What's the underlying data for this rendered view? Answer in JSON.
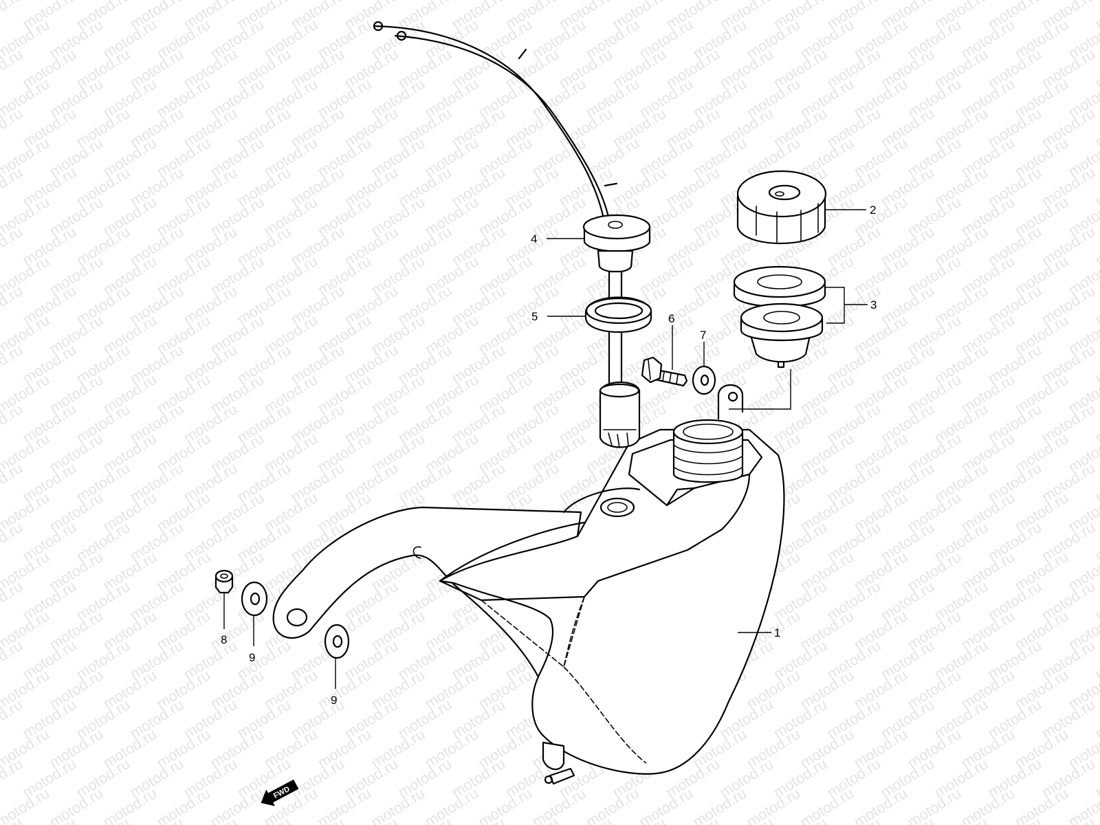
{
  "watermark": {
    "text": "motod.ru"
  },
  "callouts": [
    {
      "id": "1",
      "label": "1"
    },
    {
      "id": "2",
      "label": "2"
    },
    {
      "id": "3",
      "label": "3"
    },
    {
      "id": "4",
      "label": "4"
    },
    {
      "id": "5",
      "label": "5"
    },
    {
      "id": "6",
      "label": "6"
    },
    {
      "id": "7",
      "label": "7"
    },
    {
      "id": "8",
      "label": "8"
    },
    {
      "id": "9a",
      "label": "9"
    },
    {
      "id": "9b",
      "label": "9"
    }
  ],
  "fwd": {
    "label": "FWD"
  }
}
